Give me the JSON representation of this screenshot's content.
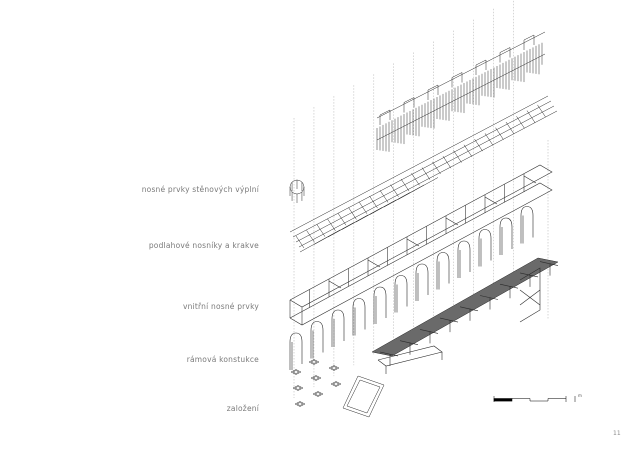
{
  "labels": {
    "layer_1": "nosné prvky stěnových výplní",
    "layer_2": "podlahové nosníky a krakve",
    "layer_3": "vnitřní nosné prvky",
    "layer_4": "rámová konstukce",
    "layer_5": "založení"
  },
  "scale_bar": {
    "unit": "m"
  },
  "page_number": "11",
  "colors": {
    "line": "#2a2a2a",
    "dashed": "#9a9a9a",
    "label": "#7a7a7a",
    "walkway_fill": "#6a6a6a"
  }
}
